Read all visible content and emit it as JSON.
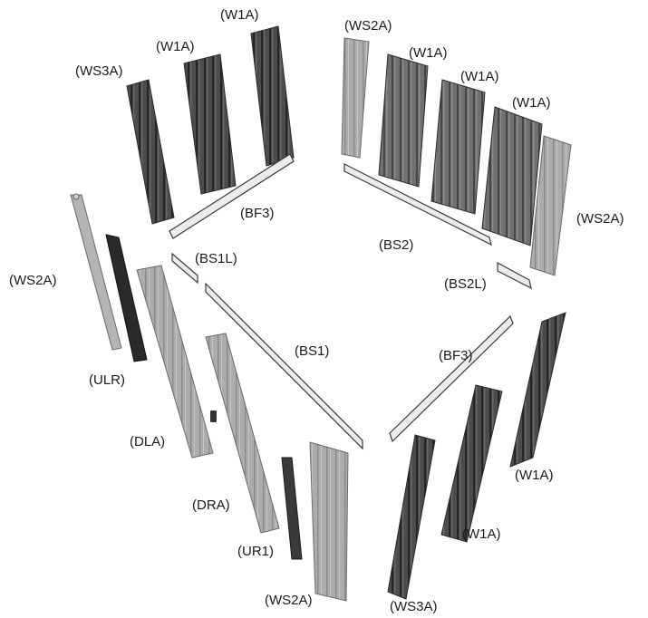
{
  "diagram": {
    "labels": {
      "back_w1a_1": "(W1A)",
      "back_w1a_2": "(W1A)",
      "back_ws3a": "(WS3A)",
      "bf3_back": "(BF3)",
      "right_ws2a_back": "(WS2A)",
      "right_w1a_1": "(W1A)",
      "right_w1a_2": "(W1A)",
      "right_w1a_3": "(W1A)",
      "right_ws2a_front": "(WS2A)",
      "bs2": "(BS2)",
      "bs2l": "(BS2L)",
      "bs1l": "(BS1L)",
      "left_ws2a": "(WS2A)",
      "ulr": "(ULR)",
      "bs1": "(BS1)",
      "bf3_front": "(BF3)",
      "dla": "(DLA)",
      "dra": "(DRA)",
      "ur1": "(UR1)",
      "front_ws2a": "(WS2A)",
      "front_ws3a": "(WS3A)",
      "front_w1a_1": "(W1A)",
      "front_w1a_2": "(W1A)"
    },
    "colors": {
      "dark_panel": "#4a4a4a",
      "mid_panel": "#6e6e6e",
      "light_panel": "#a8a8a8",
      "black_rail": "#2a2a2a",
      "rail_fill": "#ececec",
      "outline": "#3a3a3a"
    }
  }
}
